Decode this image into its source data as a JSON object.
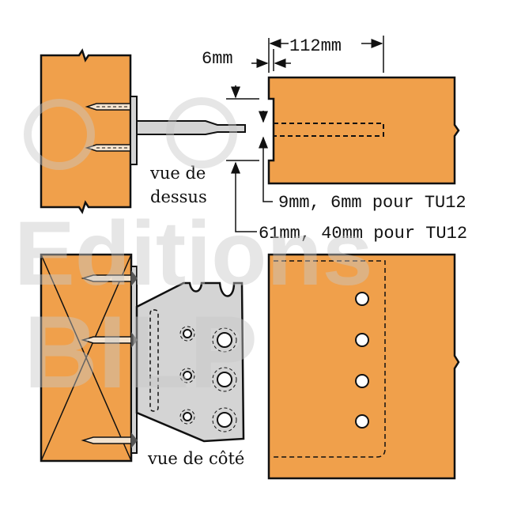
{
  "colors": {
    "wood": "#F0A04B",
    "metal": "#D4D4D4",
    "outline": "#111111",
    "watermark": "#C8C8C8"
  },
  "watermark": {
    "line1": "Editions",
    "line2": "BILP",
    "symbol": "©"
  },
  "dimensions": {
    "joist_depth": "112mm",
    "gap": "6mm",
    "slot_width": "9mm, 6mm pour TU12",
    "slot_height": "61mm, 40mm pour TU12"
  },
  "labels": {
    "top_view": [
      "vue de",
      "dessus"
    ],
    "side_view": "vue de côté"
  }
}
